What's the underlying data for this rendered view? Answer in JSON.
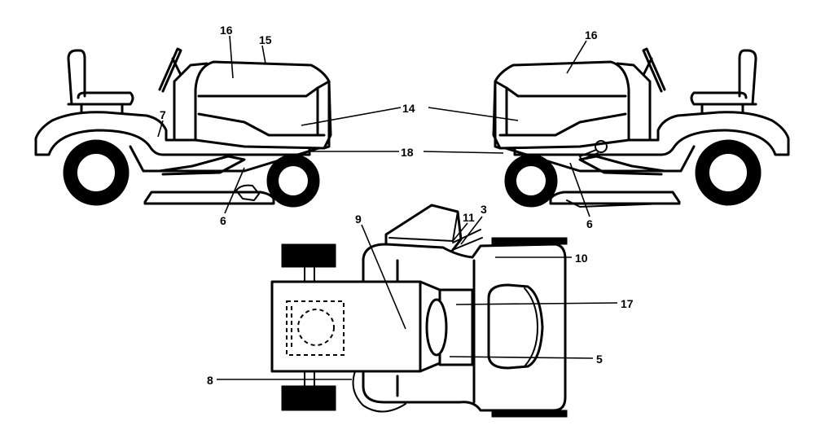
{
  "diagram": {
    "views": [
      "left-side-view",
      "right-side-view",
      "top-view"
    ],
    "callouts": {
      "c3": "3",
      "c5": "5",
      "c6_left": "6",
      "c6_right": "6",
      "c7": "7",
      "c8": "8",
      "c9": "9",
      "c10": "10",
      "c11": "11",
      "c14": "14",
      "c15": "15",
      "c16_left": "16",
      "c16_right": "16",
      "c17": "17",
      "c18": "18"
    }
  }
}
